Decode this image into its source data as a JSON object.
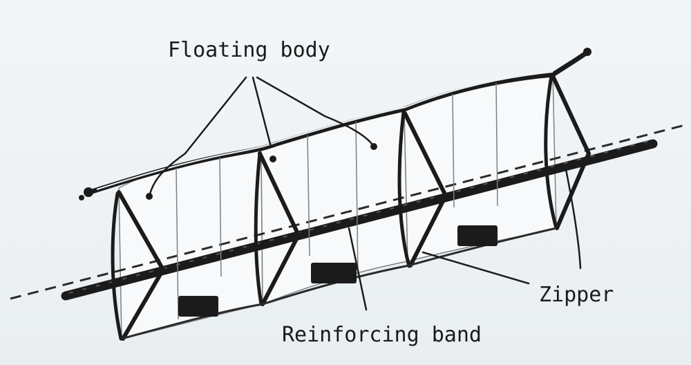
{
  "labels": {
    "floating_body": "Floating body",
    "zipper": "Zipper",
    "reinforcing_band": "Reinforcing band"
  },
  "colors": {
    "background": "#eef2f4",
    "structure": "#1b1b1b",
    "panel": "#f7f9fa",
    "detail": "#6a6f73"
  }
}
